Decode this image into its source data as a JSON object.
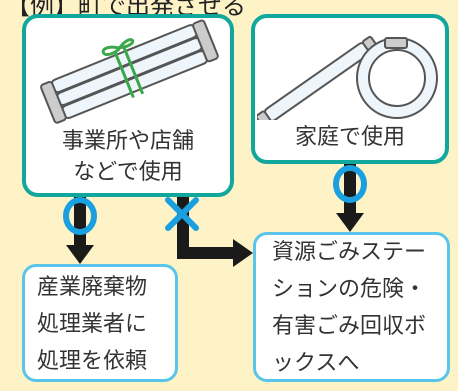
{
  "header": {
    "text": "【例】町で出発させる"
  },
  "sources": [
    {
      "text": "事業所や店舗\nなどで使用"
    },
    {
      "text": "家庭で使用"
    }
  ],
  "destinations": [
    {
      "text": "産業廃棄物\n処理業者に\n処理を依頼"
    },
    {
      "text": "資源ごみステー\nションの危険・\n有害ごみ回収ボ\nックスへ"
    }
  ],
  "marks": {
    "ok": "O",
    "ng": "X"
  },
  "colors": {
    "source_border": "#12a79d",
    "destination_border": "#5bc4ea",
    "ok": "#1aa0e0",
    "ng": "#1aa0e0",
    "background": "#fdf3c7"
  }
}
